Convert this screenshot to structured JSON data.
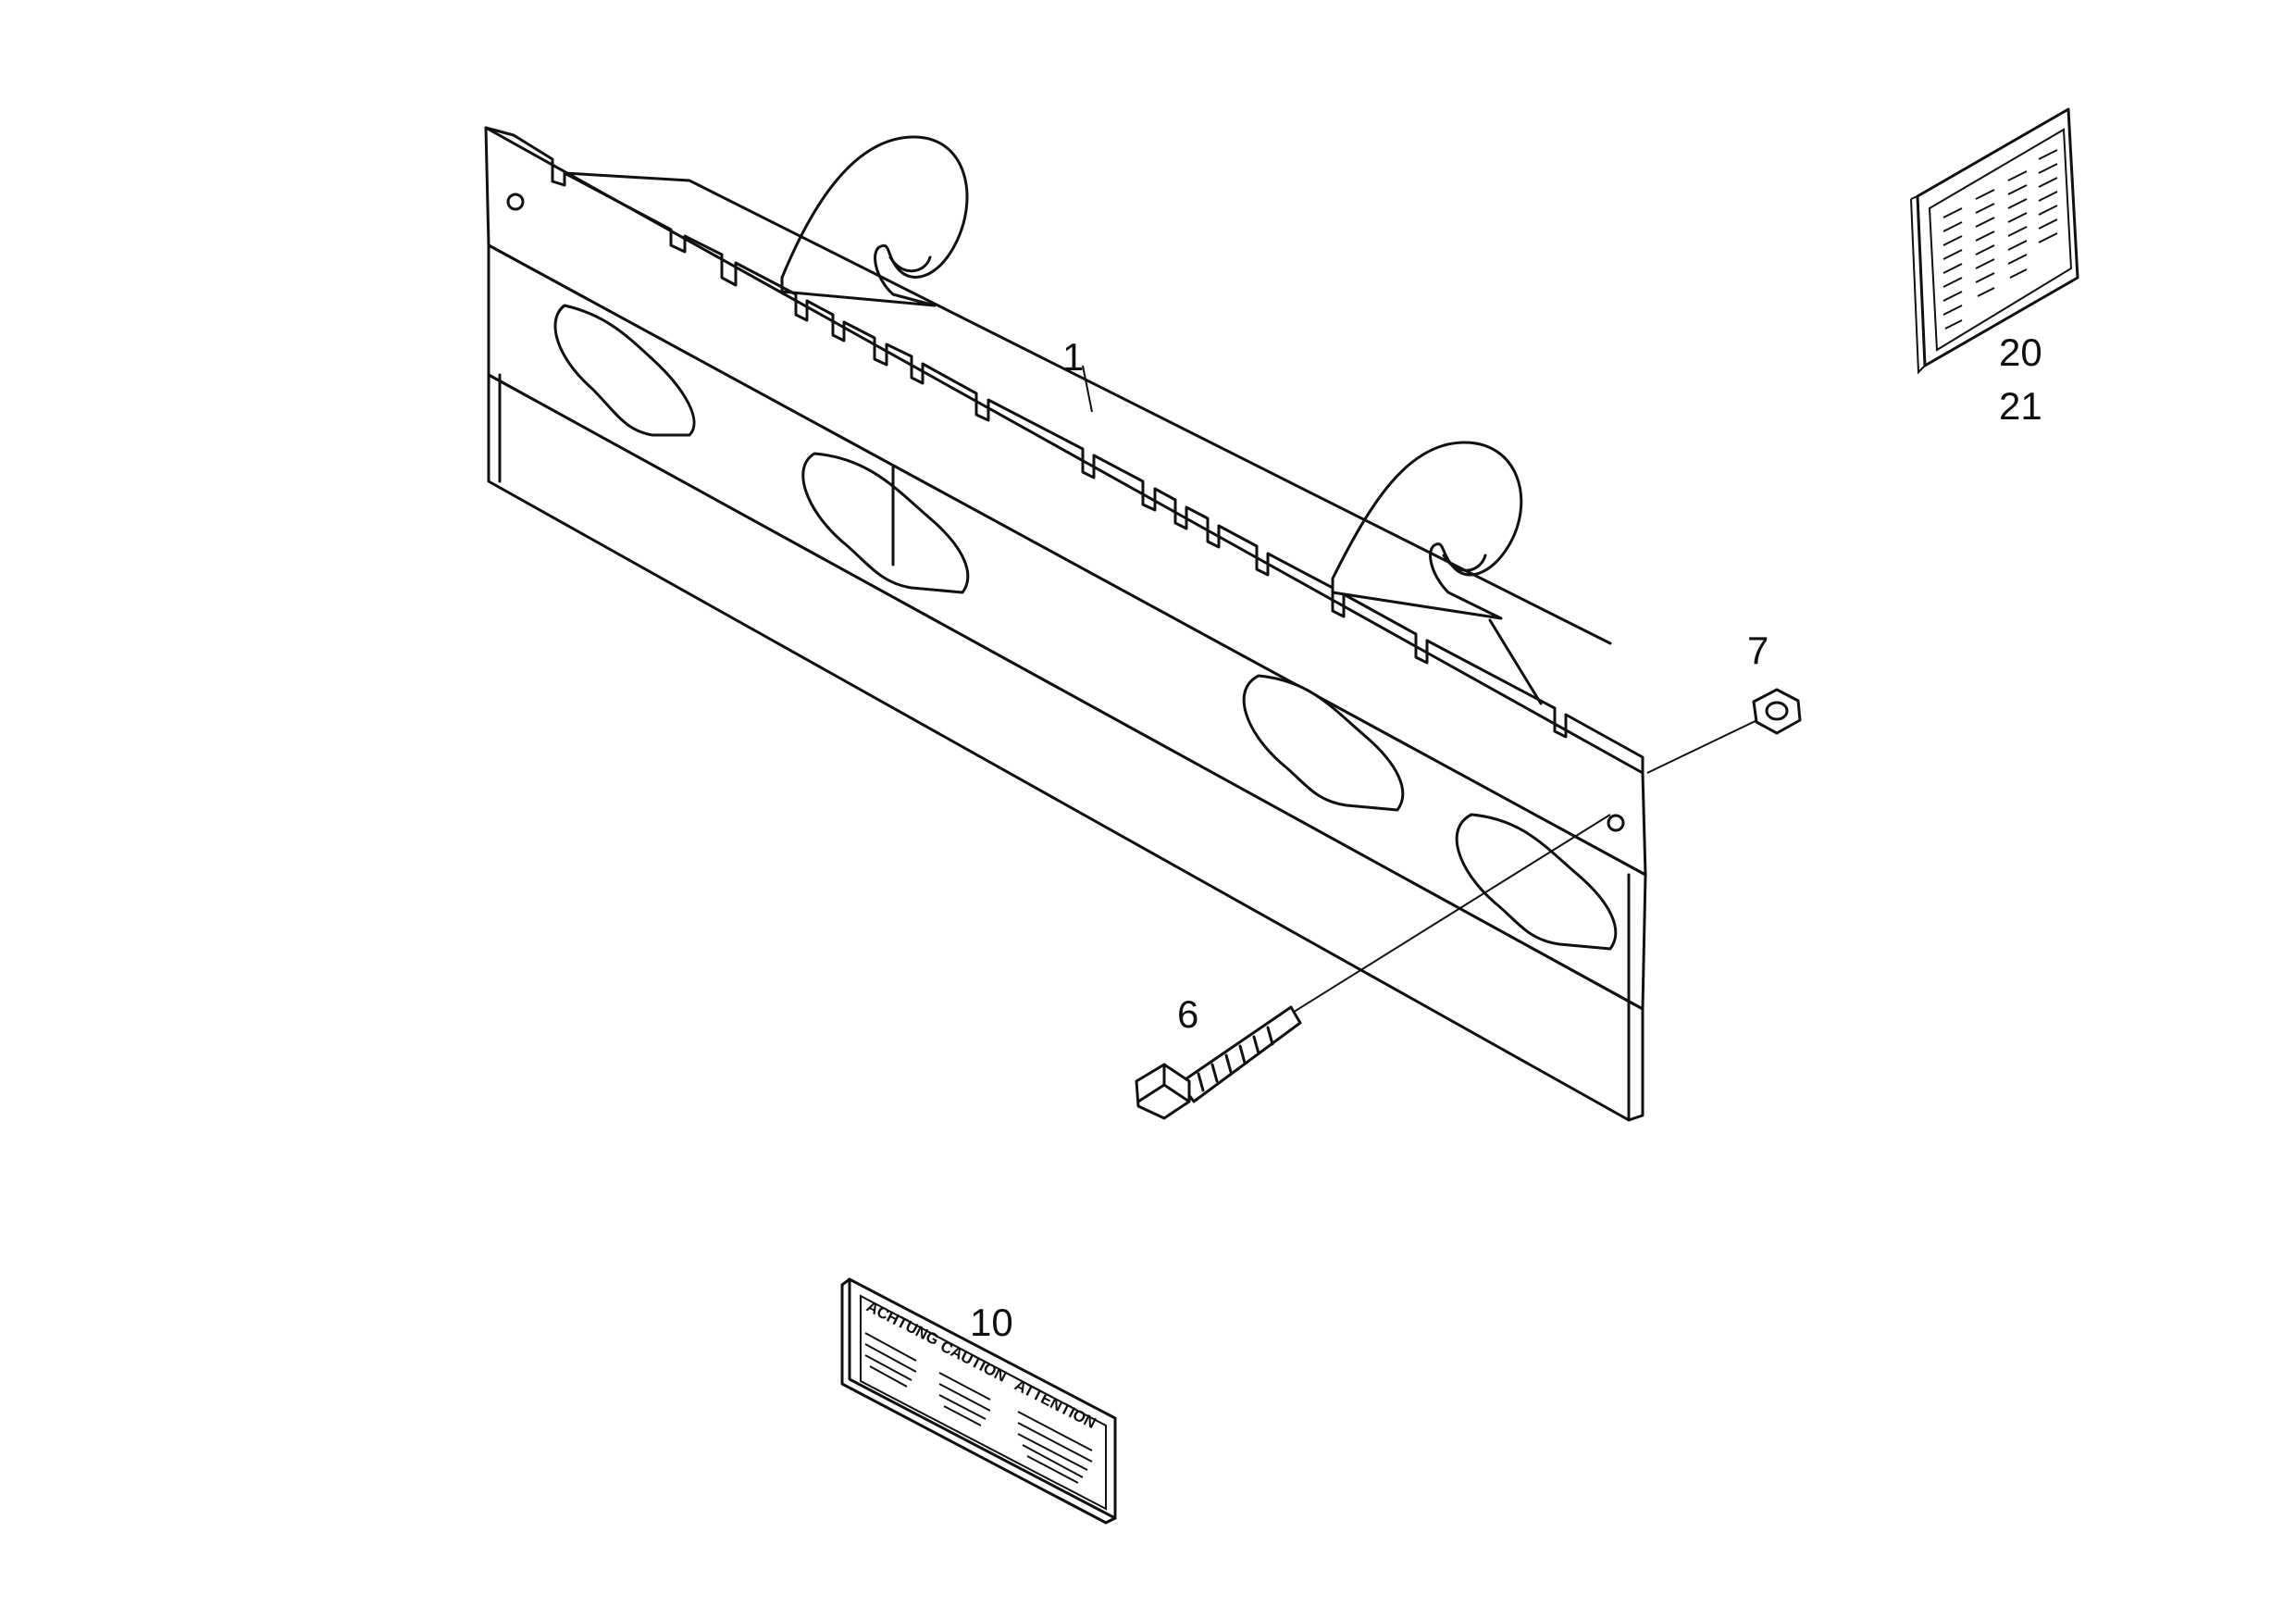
{
  "callouts": {
    "frame": "1",
    "bolt": "6",
    "nut": "7",
    "warning_plate": "10",
    "decal_a": "20",
    "decal_b": "21"
  },
  "warning_plate_text": {
    "german": "ACHTUNG",
    "english": "CAUTION",
    "french": "ATTENTION"
  }
}
